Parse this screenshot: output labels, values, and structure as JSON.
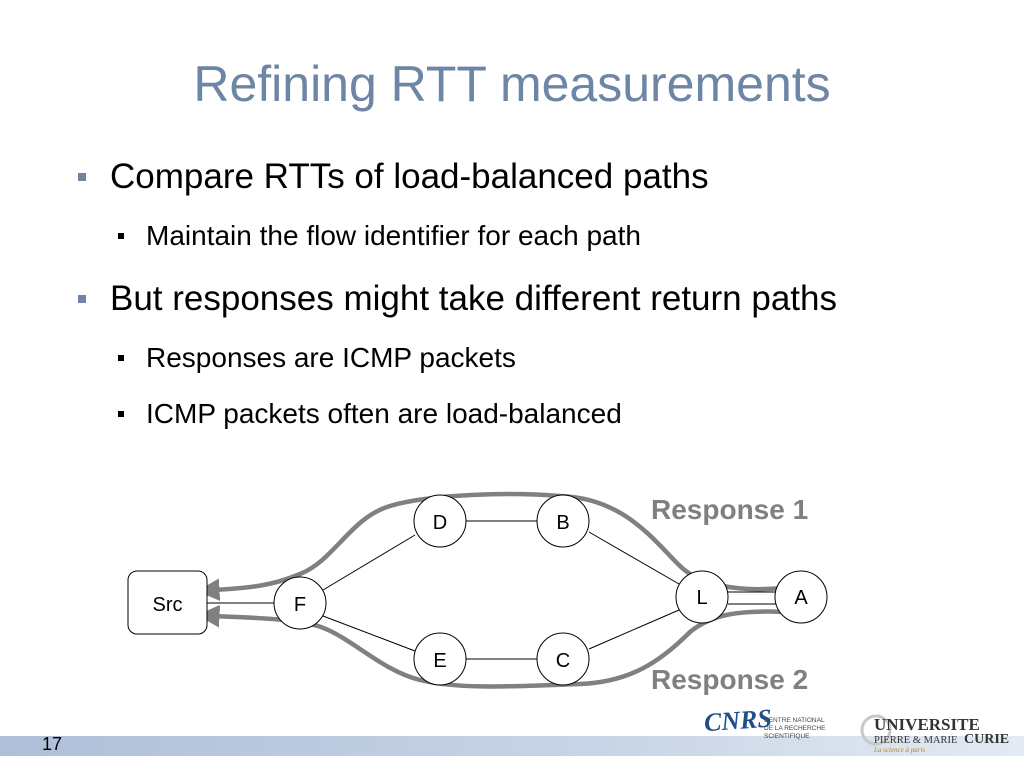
{
  "slide": {
    "title": "Refining RTT measurements",
    "bullets": [
      {
        "text": "Compare RTTs of load-balanced paths",
        "level": 1
      },
      {
        "text": "Maintain the flow identifier for each path",
        "level": 2
      },
      {
        "text": "But responses might take different return paths",
        "level": 1
      },
      {
        "text": "Responses are ICMP packets",
        "level": 2
      },
      {
        "text": "ICMP packets often are load-balanced",
        "level": 2
      }
    ],
    "page_number": "17"
  },
  "diagram": {
    "nodes": {
      "src": "Src",
      "f": "F",
      "d": "D",
      "b": "B",
      "e": "E",
      "c": "C",
      "l": "L",
      "a": "A"
    },
    "labels": {
      "response1": "Response 1",
      "response2": "Response 2"
    },
    "colors": {
      "response_path": "#808080",
      "label": "#808080",
      "link": "#000000"
    }
  },
  "logos": {
    "cnrs": {
      "mark": "CNRS",
      "lines": [
        "CENTRE NATIONAL",
        "DE LA RECHERCHE",
        "SCIENTIFIQUE"
      ]
    },
    "upmc": {
      "line1": "UNIVERSITE",
      "line2a": "PIERRE & MARIE",
      "line2b": "CURIE",
      "tagline": "La science à paris"
    }
  },
  "theme": {
    "title_color": "#6e86a6",
    "footer_color": "#aebfd8"
  }
}
